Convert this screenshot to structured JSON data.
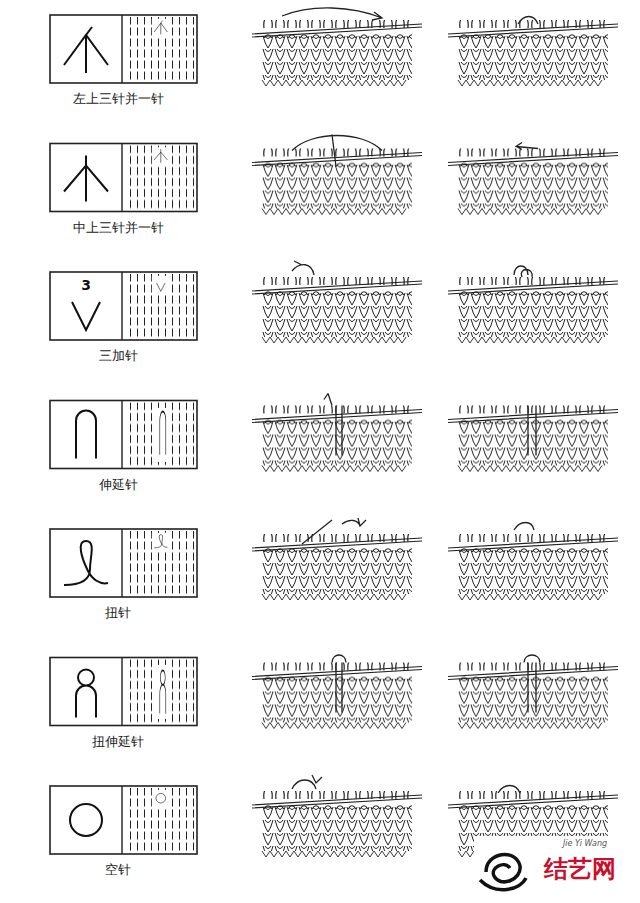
{
  "diagram": {
    "labels": [
      "左上三针并一针",
      "中上三针并一针",
      "3",
      "三加针",
      "伸延针",
      "扭针",
      "扭伸延针",
      "空针",
      "Jie Yi Wang",
      "结艺网"
    ]
  }
}
